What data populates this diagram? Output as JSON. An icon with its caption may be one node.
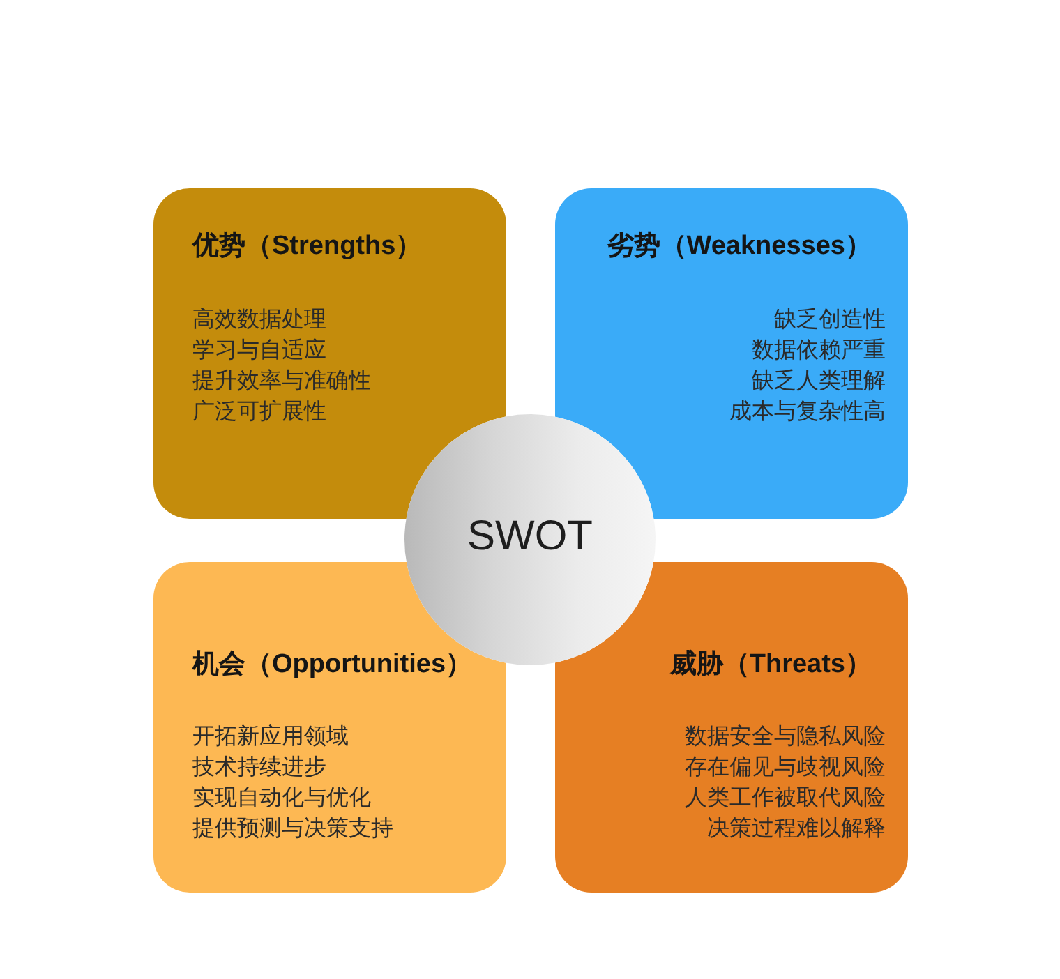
{
  "diagram": {
    "nodes": [
      {
        "text": [
          "优势（Strengths）",
          "高效数据处理",
          "学习与自适应",
          "提升效率与准确性",
          "广泛可扩展性"
        ]
      },
      {
        "text": [
          "劣势（Weaknesses）",
          "缺乏创造性",
          "数据依赖严重",
          "缺乏人类理解",
          "成本与复杂性高"
        ]
      },
      {
        "text": [
          "SWOT"
        ]
      },
      {
        "text": [
          "机会（Opportunities）",
          "开拓新应用领域",
          "技术持续进步",
          "实现自动化与优化",
          "提供预测与决策支持"
        ]
      },
      {
        "text": [
          "威胁（Threats）",
          "数据安全与隐私风险",
          "存在偏见与歧视风险",
          "人类工作被取代风险",
          "决策过程难以解释"
        ]
      }
    ]
  }
}
